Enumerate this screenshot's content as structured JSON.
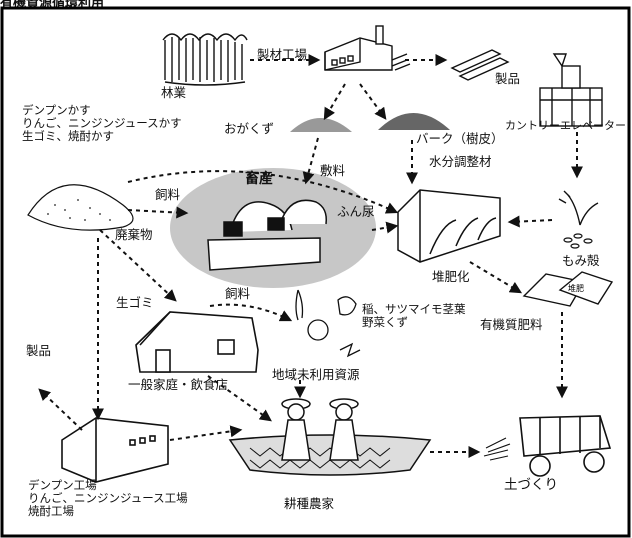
{
  "heading": "有機資源循環利用",
  "labels": {
    "forestry": "林業",
    "sawmill": "製材工場",
    "products_top": "製品",
    "sawdust": "おがくず",
    "bark": "バーク（樹皮）",
    "moisture": "水分調整材",
    "country_elevator": "カントリーエレベーター",
    "bedding": "敷料",
    "livestock": "畜産",
    "manure": "ふん尿",
    "feed_top": "飼料",
    "feed_bottom": "飼料",
    "waste_types": [
      "デンプンかす",
      "りんご、ニンジンジュースかす",
      "生ゴミ、焼酎かす"
    ],
    "waste": "廃棄物",
    "composting": "堆肥化",
    "rice_husk": "もみ殻",
    "kitchen_waste": "生ゴミ",
    "organic_fertilizer": "有機質肥料",
    "fertilizer_bag": "堆肥",
    "unused_items": [
      "稲、サツマイモ茎葉",
      "野菜くず"
    ],
    "unused_resources": "地域未利用資源",
    "households": "一般家庭・飲食店",
    "products_left": "製品",
    "factories": [
      "デンプン工場",
      "りんご、ニンジンジュース工場",
      "焼酎工場"
    ],
    "farmers": "耕種農家",
    "soil": "土づくり"
  },
  "colors": {
    "ink": "#111111",
    "blob": "#c7c7c7",
    "frame": "#000000"
  }
}
